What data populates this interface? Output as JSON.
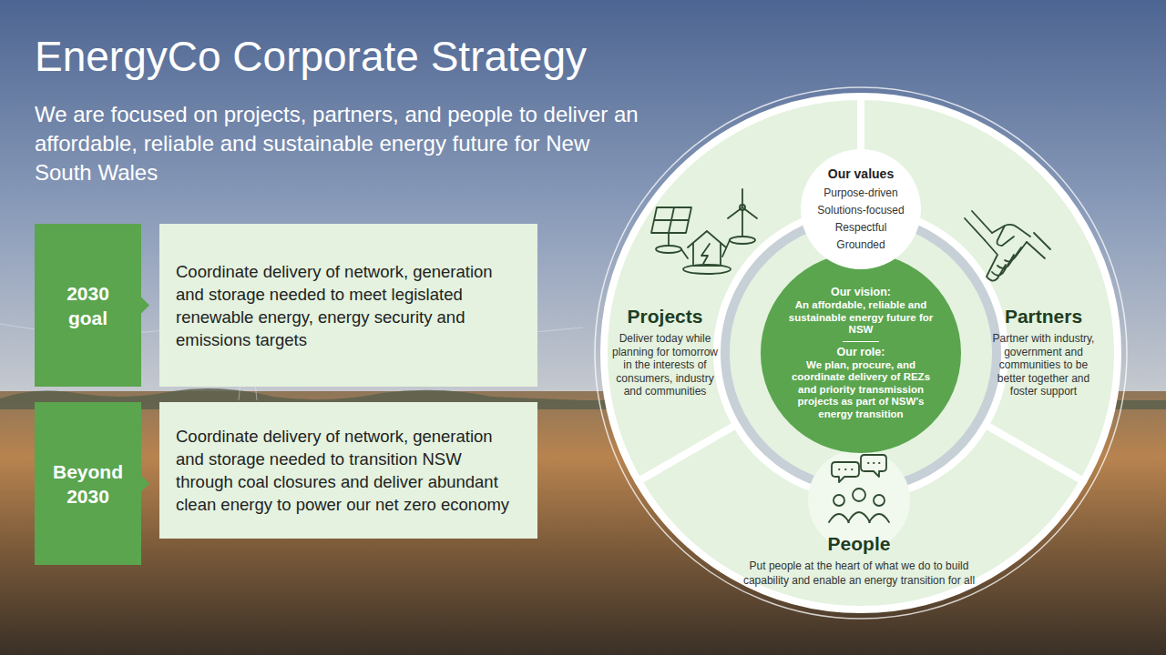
{
  "diagram": {
    "title": "EnergyCo Corporate Strategy",
    "nodes": [
      {
        "text": [
          "2030 goal"
        ]
      },
      {
        "text": [
          "Coordinate delivery of network, generation and storage needed to meet legislated renewable energy, energy security and emissions targets"
        ]
      },
      {
        "text": [
          "Beyond 2030"
        ]
      },
      {
        "text": [
          "Coordinate delivery of network, generation and storage needed to transition NSW through coal closures and deliver abundant clean energy to power our net zero economy"
        ]
      },
      {
        "text": [
          "Our values",
          "Purpose-driven",
          "Solutions-focused",
          "Respectful",
          "Grounded"
        ]
      },
      {
        "text": [
          "Projects",
          "Deliver today while planning for tomorrow in the interests of consumers, industry and communities"
        ]
      },
      {
        "text": [
          "Our vision:",
          "An affordable, reliable and sustainable energy future for NSW",
          "Our role:",
          "We plan, procure, and coordinate delivery of REZs and priority transmission projects as part of NSW’s energy transition"
        ]
      },
      {
        "text": [
          "Partners",
          "Partner with industry, government and communities to be better together and foster support"
        ]
      },
      {
        "text": [
          "People",
          "Put people at the heart of what we do to build capability and enable an energy transition for all"
        ]
      }
    ],
    "labels": [
      "We are focused on projects, partners, and people to deliver an affordable, reliable and sustainable energy future for New South Wales"
    ]
  }
}
